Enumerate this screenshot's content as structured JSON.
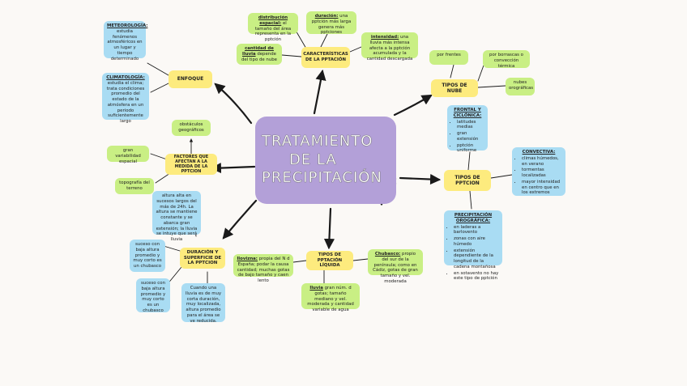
{
  "title": {
    "line1": "TRATAMIENTO",
    "line2": "DE LA",
    "line3": "PRECIPITACIÓN"
  },
  "enfoque": {
    "label": "ENFOQUE",
    "meteo_term": "METEOROLOGÍA:",
    "meteo_text": "estudia fenómenos atmosféricos en un lugar y tiempo determinado",
    "clima_term": "CLIMATOLOGÍA:",
    "clima_text": "estudia el clima; trata condiciones promedio del estado de la atmósfera en un periodo suficientemente largo"
  },
  "factores": {
    "label": "FACTORES QUE AFECTAN A LA MEDIDA DE LA PPTCION",
    "obstaculos": "obstáculos geográficos",
    "variabilidad": "gran variabilidad espacial",
    "topografia": "topografía del terreno"
  },
  "duracion": {
    "label": "DURACIÓN Y SUPERFICIE DE LA PPTCION",
    "altura_text": "altura alta en sucesos largos del más de 24h. La altura se mantiene constante y se abarca gran extensión; la lluvia se intuye que será lluvia",
    "suceso1": "suceso con baja altura promedio y muy corto es un chubasco",
    "suceso2": "suceso con baja altura promedio y muy corto es un chubasco",
    "cuando": "Cuando una lluvia es de muy corta duración, muy localizada, altura promedio para el área se ve reducida."
  },
  "caracteristicas": {
    "label": "CARACTERÍSTICAS DE LA PPTACIÓN",
    "distrib_term": "distribución espacial:",
    "distrib_text": "el tamaño del área representa en la pptción",
    "duracion_term": "duración:",
    "duracion_text": "una pptción más larga genera más pptciones",
    "cantidad_term": "cantidad de lluvia",
    "cantidad_text": "depende del tipo de nube",
    "intensidad_term": "intensidad:",
    "intensidad_text": "una lluvia más intensa afecta a la pptción acumulada y la cantidad descargada"
  },
  "tipos_nube": {
    "label": "TIPOS DE NUBE",
    "frentes": "por frentes",
    "borrascas": "por borrascas o convección térmica",
    "orograficas": "nubes orográficas"
  },
  "tipos_pptcion": {
    "label": "TIPOS DE PPTCION",
    "frontal_title": "FRONTAL Y CICLÓNICA:",
    "frontal_items": [
      "latitudes medias",
      "gran extensión",
      "pptción uniforme"
    ],
    "convectiva_title": "CONVECTIVA:",
    "convectiva_items": [
      "climas húmedos, en verano",
      "tormentas localizadas",
      "mayor intensidad en centro que en los extremos"
    ],
    "orografica_title": "PRECIPITACIÓN OROGRÁFICA:",
    "orografica_items": [
      "en laderas a barlovento",
      "zonas con aire húmedo",
      "extensión dependiente de la longitud de la cadena montañosa",
      "en sotavento no hay este tipo de pptción"
    ]
  },
  "tipos_liquida": {
    "label": "TIPOS DE PPTACIÓN LÍQUIDA",
    "llovizna_term": "llovizna:",
    "llovizna_text": "propia del N d España; podar la causa cantidad; muchas gotas de bajo tamaño y caen lento",
    "chubasco_term": "Chubasco:",
    "chubasco_text": "propio del sur de la península; como en Cádiz, gotas de gran tamaño y vel. moderada",
    "lluvia_term": "lluvia",
    "lluvia_text": "gran núm. d gotas; tamaño mediano y vel. moderada y cantidad variable de agua"
  }
}
